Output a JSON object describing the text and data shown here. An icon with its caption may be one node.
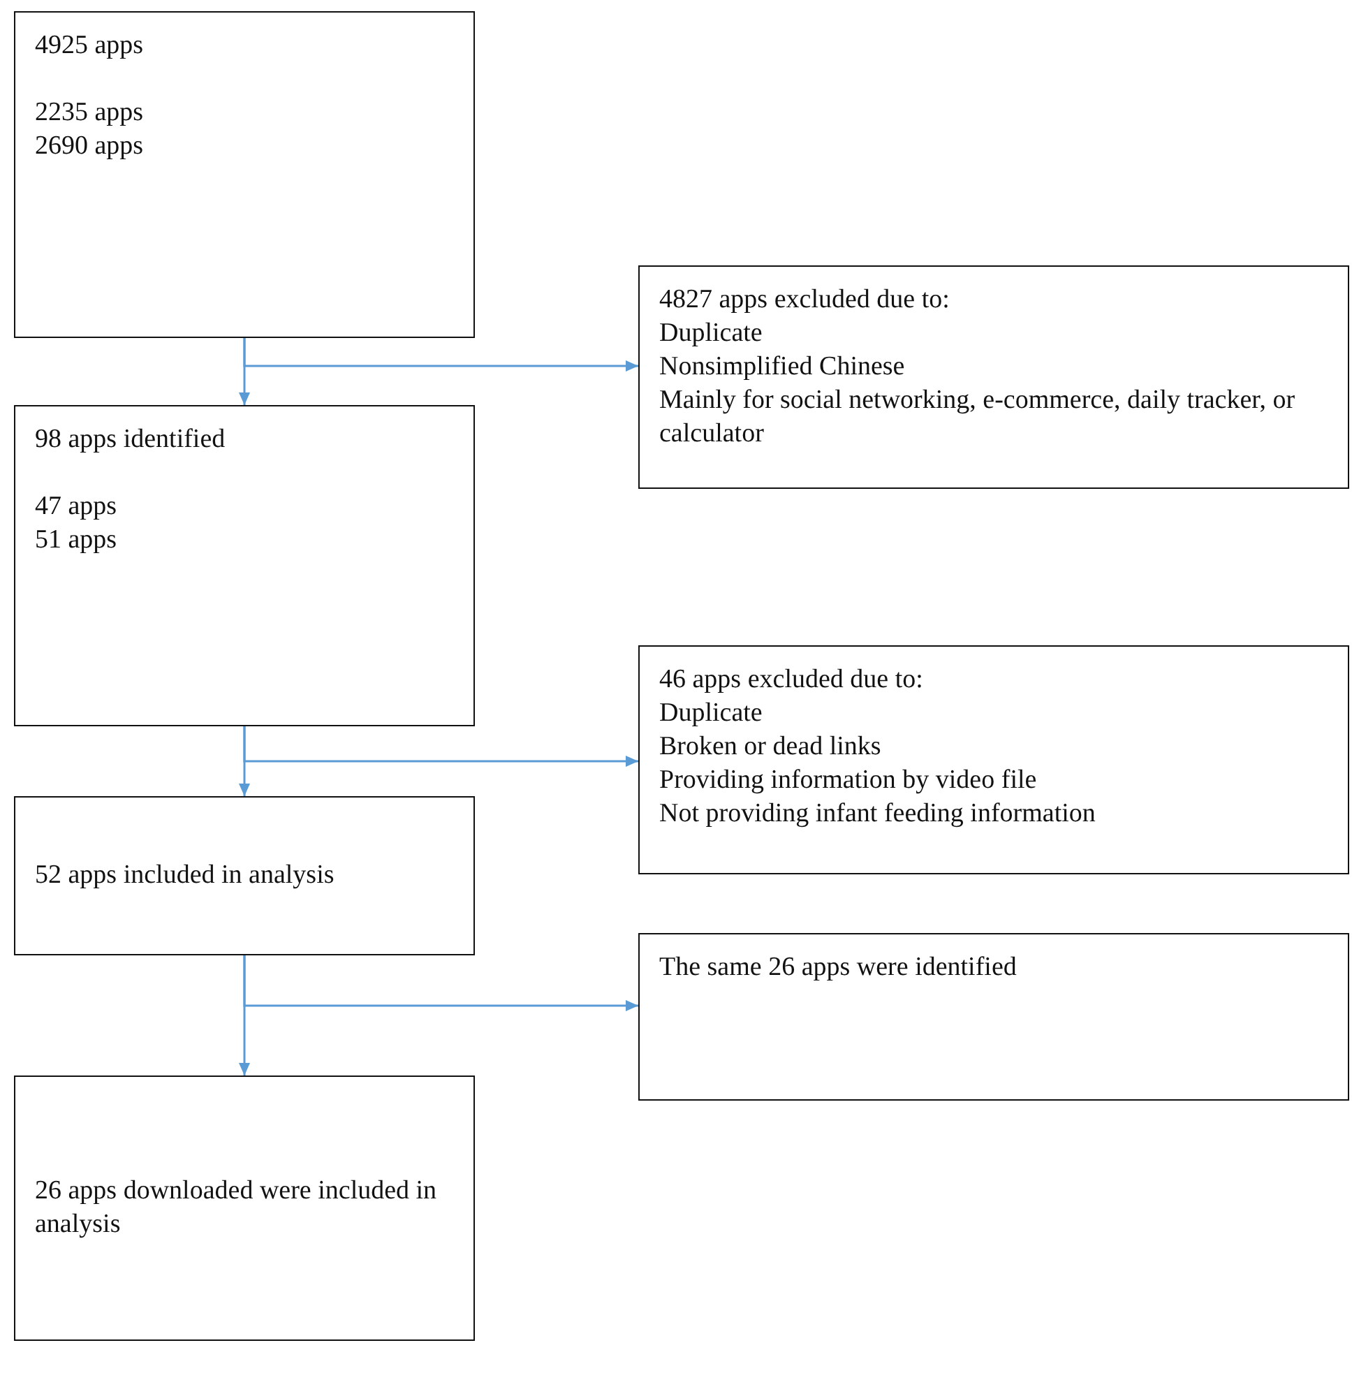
{
  "diagram": {
    "nodes": [
      {
        "text": [
          "4925 apps",
          "2235 apps",
          "2690 apps"
        ]
      },
      {
        "text": [
          "4827 apps excluded due to:",
          "Duplicate",
          "Nonsimplified Chinese",
          "Mainly for social networking, e-commerce, daily tracker, or calculator"
        ]
      },
      {
        "text": [
          "98 apps identified",
          "47 apps",
          "51 apps"
        ]
      },
      {
        "text": [
          "46 apps excluded due to:",
          "Duplicate",
          "Broken or dead links",
          "Providing information by video file",
          "Not providing infant feeding information"
        ]
      },
      {
        "text": [
          "52 apps included in analysis"
        ]
      },
      {
        "text": [
          "The same 26 apps were identified"
        ]
      },
      {
        "text": [
          "26 apps downloaded were included in analysis"
        ]
      }
    ],
    "edges": [
      {
        "from": 0,
        "to": 2,
        "arrow": "to"
      },
      {
        "from": 0,
        "to": 1,
        "arrow": "to"
      },
      {
        "from": 2,
        "to": 4,
        "arrow": "to"
      },
      {
        "from": 2,
        "to": 3,
        "arrow": "to"
      },
      {
        "from": 4,
        "to": 6,
        "arrow": "to"
      },
      {
        "from": 4,
        "to": 5,
        "arrow": "to"
      }
    ]
  }
}
